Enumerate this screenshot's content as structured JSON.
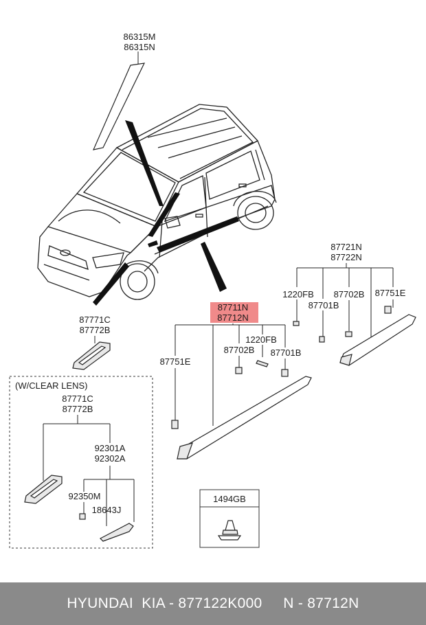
{
  "labels": {
    "roof_molding": [
      "86315M",
      "86315N"
    ],
    "side_repeater": [
      "87771C",
      "87772B"
    ],
    "front_door_molding": [
      "87711N",
      "87712N"
    ],
    "rear_door_molding": [
      "87721N",
      "87722N"
    ],
    "clip_751e": "87751E",
    "screw_1220": "1220FB",
    "clip_701b": "87701B",
    "clip_702b": "87702B",
    "clear_lens_box_title": "(W/CLEAR LENS)",
    "clear_lens_repeater": [
      "87771C",
      "87772B"
    ],
    "lamp_assy": [
      "92301A",
      "92302A"
    ],
    "bulb": "92350M",
    "socket": "18643J",
    "clip_box": "1494GB"
  },
  "highlight_color": "#f08a8a",
  "footer": {
    "text": "HYUNDAI  KIA - 877122K000     N - 87712N"
  }
}
